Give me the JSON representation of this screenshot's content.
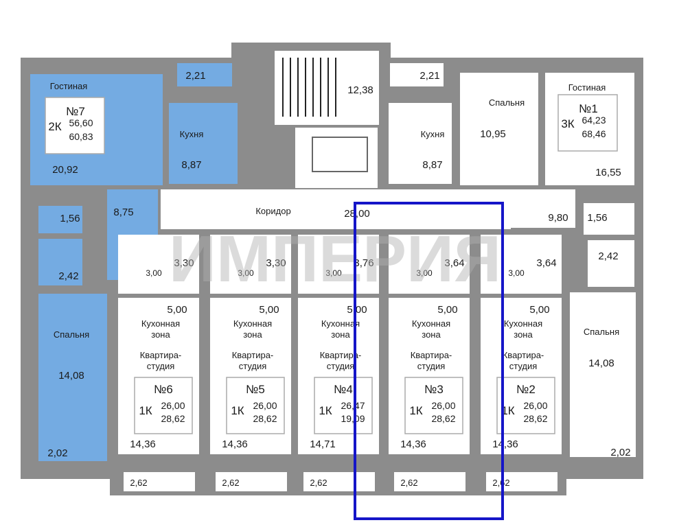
{
  "colors": {
    "wall": "#8c8c8c",
    "room": "#ffffff",
    "highlight": "#74abe2",
    "selection": "#1515c8",
    "watermark": "#b0b0b0"
  },
  "watermark": "ИМПЕРИЯ",
  "rooms": [
    {
      "id": "living-7",
      "name": "Гостиная",
      "area": "20,92"
    },
    {
      "id": "bath-7a",
      "area": "2,21"
    },
    {
      "id": "kitchen-7",
      "name": "Кухня",
      "area": "8,87"
    },
    {
      "id": "hall-7",
      "area": "8,75"
    },
    {
      "id": "wc-7",
      "area": "1,56"
    },
    {
      "id": "bath-7b",
      "area": "2,42"
    },
    {
      "id": "bedroom-7",
      "name": "Спальня",
      "area": "14,08"
    },
    {
      "id": "balcony-7",
      "area": "2,02"
    },
    {
      "id": "stair",
      "area": "12,38"
    },
    {
      "id": "bath-1a",
      "area": "2,21"
    },
    {
      "id": "kitchen-1",
      "name": "Кухня",
      "area": "8,87"
    },
    {
      "id": "bedroom-1a",
      "name": "Спальня",
      "area": "10,95"
    },
    {
      "id": "living-1",
      "name": "Гостиная",
      "area": "16,55"
    },
    {
      "id": "corridor",
      "name": "Коридор",
      "area": "28,00"
    },
    {
      "id": "hall-1",
      "area": "9,80"
    },
    {
      "id": "wc-1",
      "area": "1,56"
    },
    {
      "id": "bath-1b",
      "area": "2,42"
    },
    {
      "id": "bedroom-1b",
      "name": "Спальня",
      "area": "14,08"
    },
    {
      "id": "balcony-1",
      "area": "2,02"
    }
  ],
  "apartments": [
    {
      "id": "apt-7",
      "number": "№7",
      "type": "2К",
      "area_living": "56,60",
      "area_total": "60,83"
    },
    {
      "id": "apt-1",
      "number": "№1",
      "type": "3К",
      "area_living": "64,23",
      "area_total": "68,46"
    },
    {
      "id": "apt-6",
      "number": "№6",
      "type": "1К",
      "area_living": "26,00",
      "area_total": "28,62"
    },
    {
      "id": "apt-5",
      "number": "№5",
      "type": "1К",
      "area_living": "26,00",
      "area_total": "28,62"
    },
    {
      "id": "apt-4",
      "number": "№4",
      "type": "1К",
      "area_living": "26,47",
      "area_total": "19,09"
    },
    {
      "id": "apt-3",
      "number": "№3",
      "type": "1К",
      "area_living": "26,00",
      "area_total": "28,62"
    },
    {
      "id": "apt-2",
      "number": "№2",
      "type": "1К",
      "area_living": "26,00",
      "area_total": "28,62"
    }
  ],
  "studio_labels": {
    "kitchen_zone": [
      "Кухонная",
      "зона"
    ],
    "studio": [
      "Квартира-",
      "студия"
    ]
  },
  "studios": [
    {
      "id": "s6",
      "hall": "3,30",
      "bath": "3,00",
      "kitchen": "5,00",
      "room": "14,36",
      "balcony": "2,62"
    },
    {
      "id": "s5",
      "hall": "3,30",
      "bath": "3,00",
      "kitchen": "5,00",
      "room": "14,36",
      "balcony": "2,62"
    },
    {
      "id": "s4",
      "hall": "3,76",
      "bath": "3,00",
      "kitchen": "5,00",
      "room": "14,71",
      "balcony": "2,62"
    },
    {
      "id": "s3",
      "hall": "3,64",
      "bath": "3,00",
      "kitchen": "5,00",
      "room": "14,36",
      "balcony": "2,62"
    },
    {
      "id": "s2",
      "hall": "3,64",
      "bath": "3,00",
      "kitchen": "5,00",
      "room": "14,36",
      "balcony": "2,62"
    }
  ]
}
